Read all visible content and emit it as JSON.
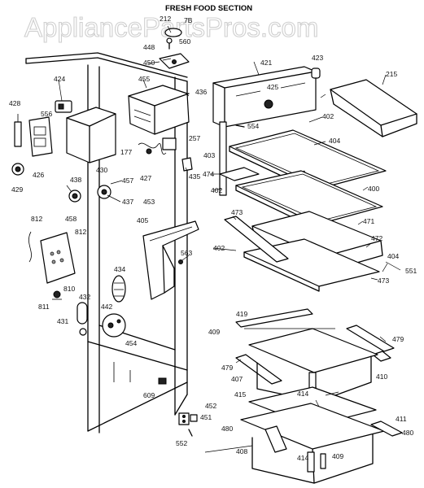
{
  "title": "FRESH FOOD SECTION",
  "watermark": "AppliancePartsPros.com",
  "colors": {
    "ink": "#000000",
    "watermark": "#cfcfcf",
    "background": "#ffffff"
  },
  "callouts": [
    "212",
    "7B",
    "560",
    "448",
    "450",
    "421",
    "423",
    "215",
    "424",
    "455",
    "436",
    "425",
    "428",
    "556",
    "554",
    "402",
    "257",
    "403",
    "404",
    "426",
    "430",
    "177",
    "427",
    "435",
    "474",
    "429",
    "438",
    "457",
    "402",
    "400",
    "437",
    "453",
    "812",
    "458",
    "473",
    "471",
    "812",
    "405",
    "402",
    "472",
    "563",
    "404",
    "551",
    "434",
    "473",
    "432",
    "810",
    "811",
    "442",
    "431",
    "419",
    "409",
    "479",
    "454",
    "479",
    "407",
    "410",
    "414",
    "609",
    "415",
    "452",
    "451",
    "411",
    "480",
    "480",
    "408",
    "414",
    "409",
    "552"
  ]
}
